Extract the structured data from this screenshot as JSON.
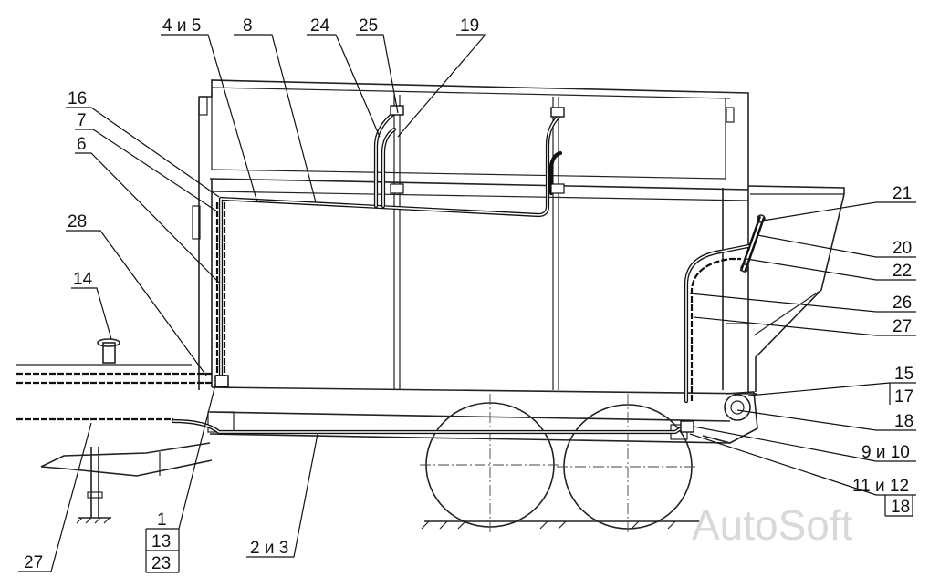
{
  "labels": {
    "l_4i5": "4 и 5",
    "l_8": "8",
    "l_24": "24",
    "l_25": "25",
    "l_19": "19",
    "l_16": "16",
    "l_7": "7",
    "l_6": "6",
    "l_28": "28",
    "l_14": "14",
    "l_21": "21",
    "l_20": "20",
    "l_22": "22",
    "l_26": "26",
    "l_27r": "27",
    "l_15": "15",
    "l_17": "17",
    "l_18a": "18",
    "l_9i10": "9 и 10",
    "l_11i12": "11 и 12",
    "l_18b": "18",
    "l_1": "1",
    "l_13": "13",
    "l_23": "23",
    "l_2i3": "2 и 3",
    "l_27l": "27"
  },
  "watermark": "AutoSoft"
}
